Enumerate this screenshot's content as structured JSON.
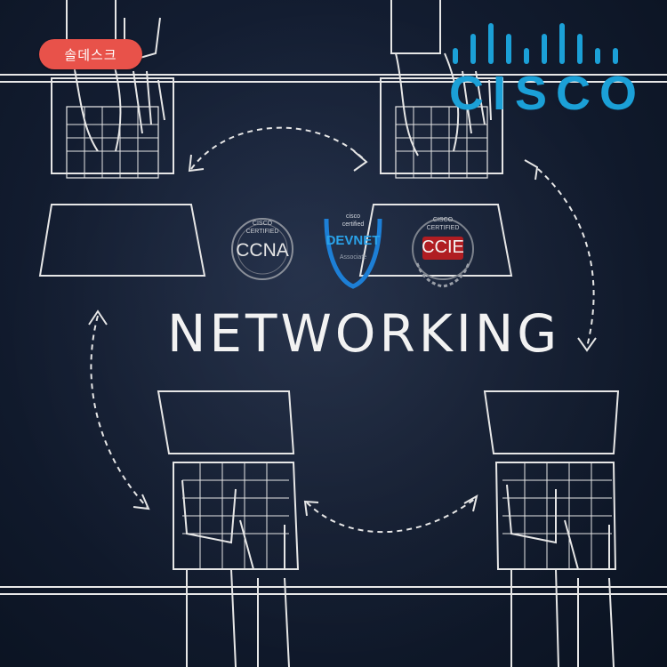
{
  "badge": {
    "label": "솔데스크"
  },
  "brand": {
    "name": "CISCO",
    "color": "#1ba0d7"
  },
  "headline": {
    "text": "NETWORKING"
  },
  "certifications": [
    {
      "name": "CCNA",
      "top_line": "CISCO",
      "mid_line": "CERTIFIED"
    },
    {
      "name": "DEVNET",
      "top_line": "cisco",
      "mid_line": "certified",
      "sub_line": "Associate"
    },
    {
      "name": "CCIE",
      "top_line": "CISCO",
      "mid_line": "CERTIFIED"
    }
  ],
  "colors": {
    "chalk": "#f2f2f2",
    "badge": "#e8524a",
    "board": "#131d31"
  },
  "icons": [
    "laptop-sketch",
    "hand-sketch",
    "dashed-arrow",
    "cisco-bars-logo"
  ]
}
